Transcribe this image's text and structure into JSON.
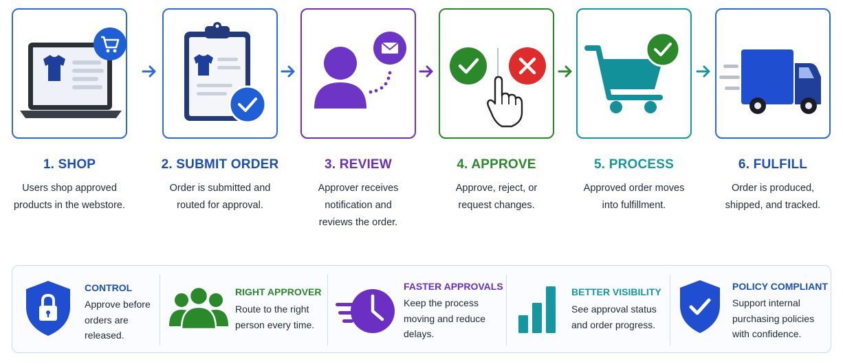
{
  "steps": [
    {
      "title": "1. SHOP",
      "description": [
        "Users shop approved",
        "products in the webstore."
      ],
      "color": "#1a4fb8"
    },
    {
      "title": "2. SUBMIT ORDER",
      "description": [
        "Order is submitted and",
        "routed for approval."
      ],
      "color": "#1a4fb8"
    },
    {
      "title": "3. REVIEW",
      "description": [
        "Approver receives",
        "notification and",
        "reviews the order."
      ],
      "color": "#6b2fc4"
    },
    {
      "title": "4. APPROVE",
      "description": [
        "Approve, reject, or",
        "request changes."
      ],
      "color": "#2a8a2a"
    },
    {
      "title": "5. PROCESS",
      "description": [
        "Approved order moves",
        "into fulfillment."
      ],
      "color": "#1597a0"
    },
    {
      "title": "6. FULFILL",
      "description": [
        "Order is produced,",
        "shipped, and tracked."
      ],
      "color": "#1a4fb8"
    }
  ],
  "benefits": [
    {
      "title": "CONTROL",
      "description": [
        "Approve before",
        "orders are",
        "released."
      ],
      "color": "#1a4fb8"
    },
    {
      "title": "RIGHT APPROVER",
      "description": [
        "Route to the right",
        "person every time."
      ],
      "color": "#2a8a2a"
    },
    {
      "title": "FASTER APPROVALS",
      "description": [
        "Keep the process",
        "moving and reduce",
        "delays."
      ],
      "color": "#6b2fc4"
    },
    {
      "title": "BETTER VISIBILITY",
      "description": [
        "See approval status",
        "and order progress."
      ],
      "color": "#1597a0"
    },
    {
      "title": "POLICY COMPLIANT",
      "description": [
        "Support internal",
        "purchasing policies",
        "with confidence."
      ],
      "color": "#1a4fb8"
    }
  ],
  "icons": {
    "card1": [
      "laptop-icon",
      "tshirt-icon",
      "shopping-cart-icon"
    ],
    "card2": [
      "clipboard-icon",
      "tshirt-icon",
      "checkmark-icon"
    ],
    "card3": [
      "person-icon",
      "envelope-icon"
    ],
    "card4": [
      "checkmark-icon",
      "x-icon",
      "pointer-hand-icon"
    ],
    "card5": [
      "shopping-cart-icon",
      "checkmark-icon"
    ],
    "card6": [
      "delivery-truck-icon"
    ],
    "benefits": [
      "padlock-shield-icon",
      "group-icon",
      "stopwatch-icon",
      "bar-chart-icon",
      "check-shield-icon"
    ]
  },
  "colors": {
    "blue": "#1a4fb8",
    "purple": "#6b2fc4",
    "green": "#2a8a2a",
    "teal": "#1597a0",
    "red": "#e02b2b"
  }
}
